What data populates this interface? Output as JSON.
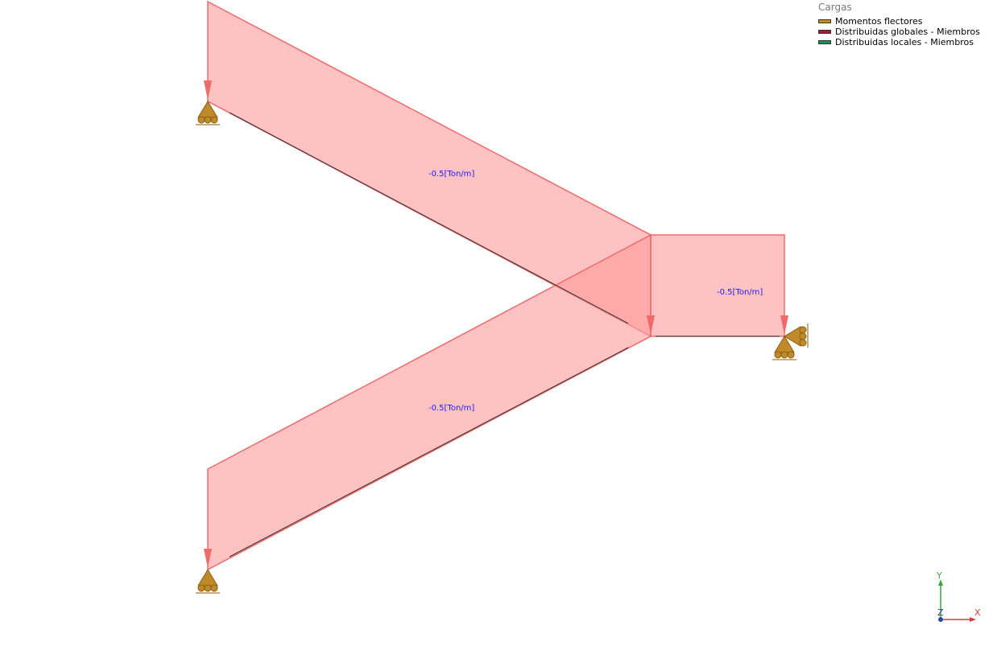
{
  "legend": {
    "title": "Cargas",
    "items": [
      {
        "label": "Momentos flectores",
        "color": "#c69214"
      },
      {
        "label": "Distribuidas globales - Miembros",
        "color": "#a51e2a"
      },
      {
        "label": "Distribuidas locales - Miembros",
        "color": "#1e8a5a"
      }
    ]
  },
  "loads": [
    {
      "label": "-0.5[Ton/m]"
    },
    {
      "label": "-0.5[Ton/m]"
    },
    {
      "label": "-0.5[Ton/m]"
    }
  ],
  "axes": {
    "x": "X",
    "y": "Y",
    "z": "Z"
  },
  "colors": {
    "load_fill": "#ff9999",
    "load_stroke": "#f06a6a",
    "support": "#c08a2a",
    "member": "#333333",
    "x_axis": "#d04040",
    "y_axis": "#3aa83a"
  }
}
